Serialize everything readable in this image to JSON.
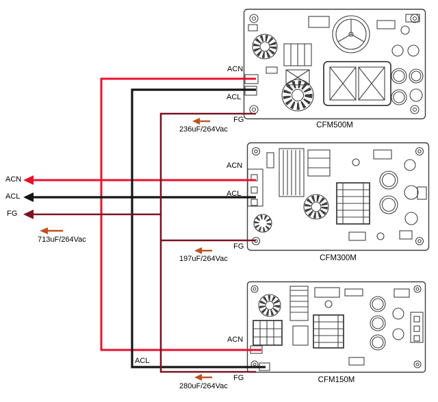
{
  "colors": {
    "acn": "#e8112d",
    "acl": "#141414",
    "fg": "#7a1322",
    "annotation_arrow": "#c2511b",
    "board_stroke": "#3f3f3f",
    "text": "#000000"
  },
  "left_terminals": {
    "acn_label": "ACN",
    "acl_label": "ACL",
    "fg_label": "FG",
    "annotation": "713uF/264Vac"
  },
  "boards": [
    {
      "name": "CFM500M",
      "acn_label": "ACN",
      "acl_label": "ACL",
      "fg_label": "FG",
      "annotation": "236uF/264Vac"
    },
    {
      "name": "CFM300M",
      "acn_label": "ACN",
      "acl_label": "ACL",
      "fg_label": "FG",
      "annotation": "197uF/264Vac"
    },
    {
      "name": "CFM150M",
      "acn_label": "ACN",
      "acl_label": "ACL",
      "fg_label": "FG",
      "annotation": "280uF/264Vac"
    }
  ]
}
